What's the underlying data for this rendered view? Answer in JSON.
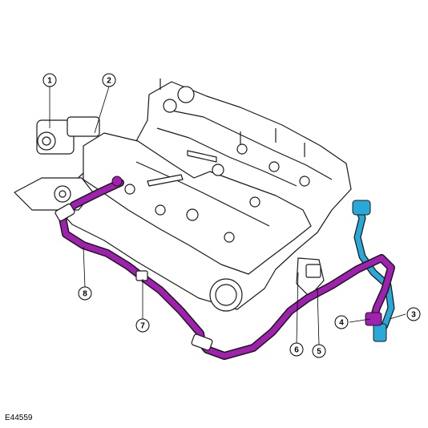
{
  "figure": {
    "code": "E44559",
    "colors": {
      "purple_hose": "#a020b0",
      "blue_hose": "#2aa8d8",
      "outline": "#1a1a1a",
      "fill": "#ffffff"
    }
  },
  "callouts": [
    {
      "id": "1",
      "label": "1"
    },
    {
      "id": "2",
      "label": "2"
    },
    {
      "id": "3",
      "label": "3"
    },
    {
      "id": "4",
      "label": "4"
    },
    {
      "id": "5",
      "label": "5"
    },
    {
      "id": "6",
      "label": "6"
    },
    {
      "id": "7",
      "label": "7"
    },
    {
      "id": "8",
      "label": "8"
    }
  ]
}
